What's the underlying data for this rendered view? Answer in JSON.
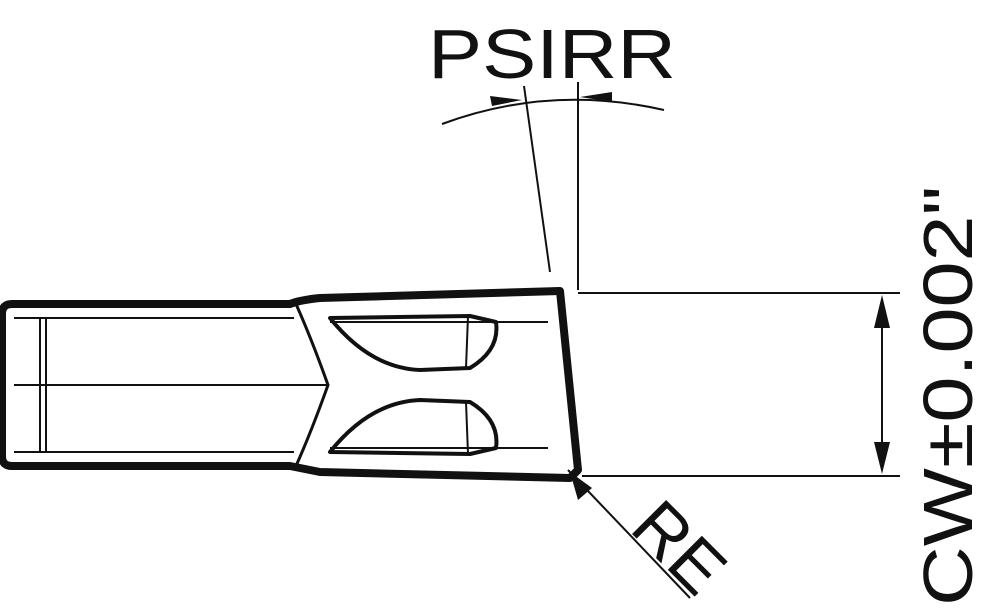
{
  "labels": {
    "psirr": "PSIRR",
    "re": "RE",
    "cw": "CW±0.002\""
  },
  "colors": {
    "ink": "#111111",
    "background": "#ffffff"
  }
}
